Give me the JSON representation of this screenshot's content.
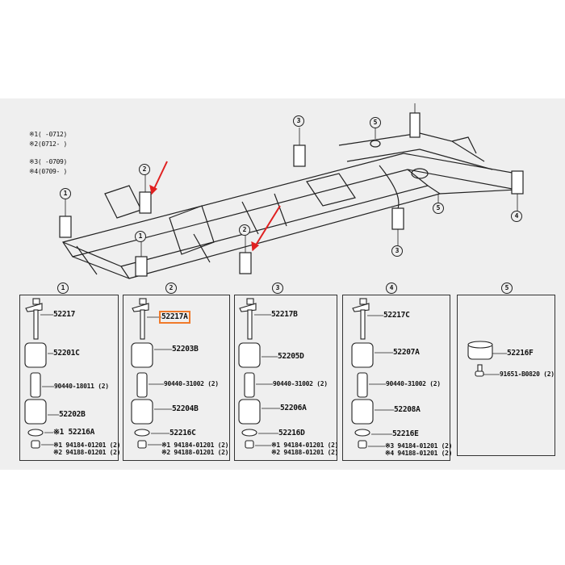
{
  "legend": [
    "※1(    -0712)",
    "※2(0712-    )",
    "※3(    -0709)",
    "※4(0709-    )"
  ],
  "frame_callouts": [
    "1",
    "2",
    "3",
    "5",
    "5",
    "4",
    "3",
    "2",
    "1"
  ],
  "colors": {
    "highlight": "#f07a2a",
    "arrow": "#e02020",
    "background": "#efefef"
  },
  "panels": [
    {
      "number": "1",
      "labels": [
        "52217",
        "52201C",
        "90440-18011 (2)",
        "52202B",
        "※1 52216A",
        "※1 94184-01201 (2)",
        "※2 94188-01201 (2)"
      ]
    },
    {
      "number": "2",
      "highlighted": "52217A",
      "labels": [
        "52217A",
        "52203B",
        "90440-31002 (2)",
        "52204B",
        "52216C",
        "※1 94184-01201 (2)",
        "※2 94188-01201 (2)"
      ]
    },
    {
      "number": "3",
      "labels": [
        "52217B",
        "52205D",
        "90440-31002 (2)",
        "52206A",
        "52216D",
        "※1 94184-01201 (2)",
        "※2 94188-01201 (2)"
      ]
    },
    {
      "number": "4",
      "labels": [
        "52217C",
        "52207A",
        "90440-31002 (2)",
        "52208A",
        "52216E",
        "※3 94184-01201 (2)",
        "※4 94188-01201 (2)"
      ]
    },
    {
      "number": "5",
      "labels": [
        "52216F",
        "91651-B0820 (2)"
      ]
    }
  ]
}
